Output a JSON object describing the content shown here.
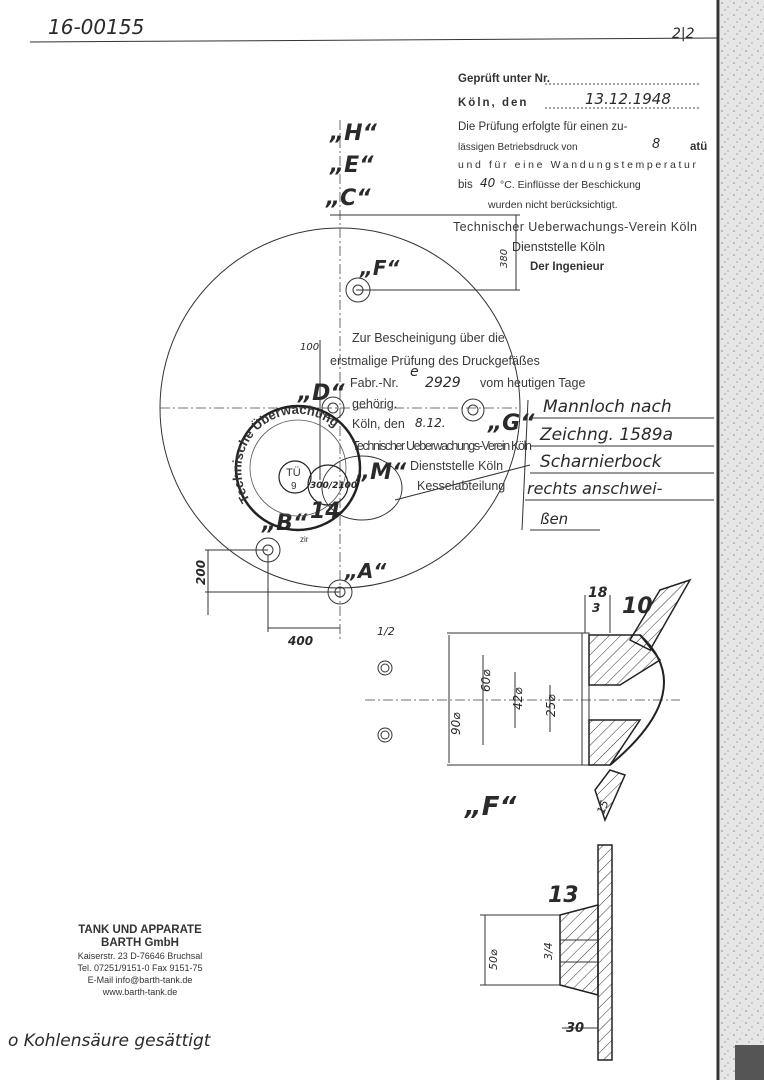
{
  "header": {
    "drawing_number": "16-00155",
    "sheet": "2|2"
  },
  "approval_stamp": {
    "line1": "Geprüft unter Nr.",
    "line2_label": "Köln, den",
    "line2_date": "13.12.1948",
    "line3": "Die Prüfung erfolgte für einen zu-",
    "line4_a": "lässigen Betriebsdruck von",
    "line4_value": "8",
    "line4_b": "atü",
    "line5": "und für eine Wandungstemperatur",
    "line6_a": "bis",
    "line6_value": "40",
    "line6_b": "°C. Einflüsse der Beschickung",
    "line7": "wurden nicht berücksichtigt.",
    "line8": "Technischer Ueberwachungs-Verein Köln",
    "line9": "Dienststelle Köln",
    "line10": "Der Ingenieur"
  },
  "certificate_stamp": {
    "line1": "Zur Bescheinigung über die",
    "line2": "erstmalige Prüfung des Druckgefäßes",
    "line3_a": "Fabr.-Nr.",
    "line3_value": "2929",
    "line3_b": "vom heutigen Tage",
    "line4": "gehörig.",
    "line5_a": "Köln, den",
    "line5_value": "8.12.",
    "line6": "Technischer Ueberwachungs-Verein Köln",
    "line7": "Dienststelle Köln",
    "line8": "Kesselabteilung"
  },
  "round_stamp": {
    "ring_text": "Technische Überwachung",
    "center": "TÜ",
    "number": "9"
  },
  "drawing": {
    "nozzle_labels": [
      "„H“",
      "„E“",
      "„C“",
      "„F“",
      "„D“",
      "„G“",
      "„M“",
      "„B“",
      "„A“"
    ],
    "dimensions": {
      "d380": "380",
      "d100": "100",
      "d200": "200",
      "d400": "400",
      "e": "e",
      "ref_300": "300/2100",
      "ref_14": "14",
      "zir": "zir"
    },
    "note_lines": [
      "Mannloch nach",
      "Zeichng. 1589a",
      "Scharnierbock",
      "rechts anschwei-",
      "ßen"
    ],
    "detail_f": {
      "label": "„F“",
      "part": "10",
      "dims": [
        "18",
        "3",
        "1/2",
        "90⌀",
        "60⌀",
        "42⌀",
        "25⌀",
        "15"
      ]
    },
    "detail_13": {
      "part": "13",
      "dims": [
        "50⌀",
        "3/4",
        "30"
      ]
    }
  },
  "company": {
    "name1": "TANK UND APPARATE",
    "name2": "BARTH GmbH",
    "address": "Kaiserstr. 23  D-76646 Bruchsal",
    "phone": "Tel. 07251/9151-0  Fax 9151-75",
    "email": "E-Mail  info@barth-tank.de",
    "web": "www.barth-tank.de"
  },
  "footer_note": "o Kohlensäure gesättigt",
  "colors": {
    "ink": "#222222",
    "paper": "#ffffff",
    "scan_noise": "#9a9a9a"
  }
}
